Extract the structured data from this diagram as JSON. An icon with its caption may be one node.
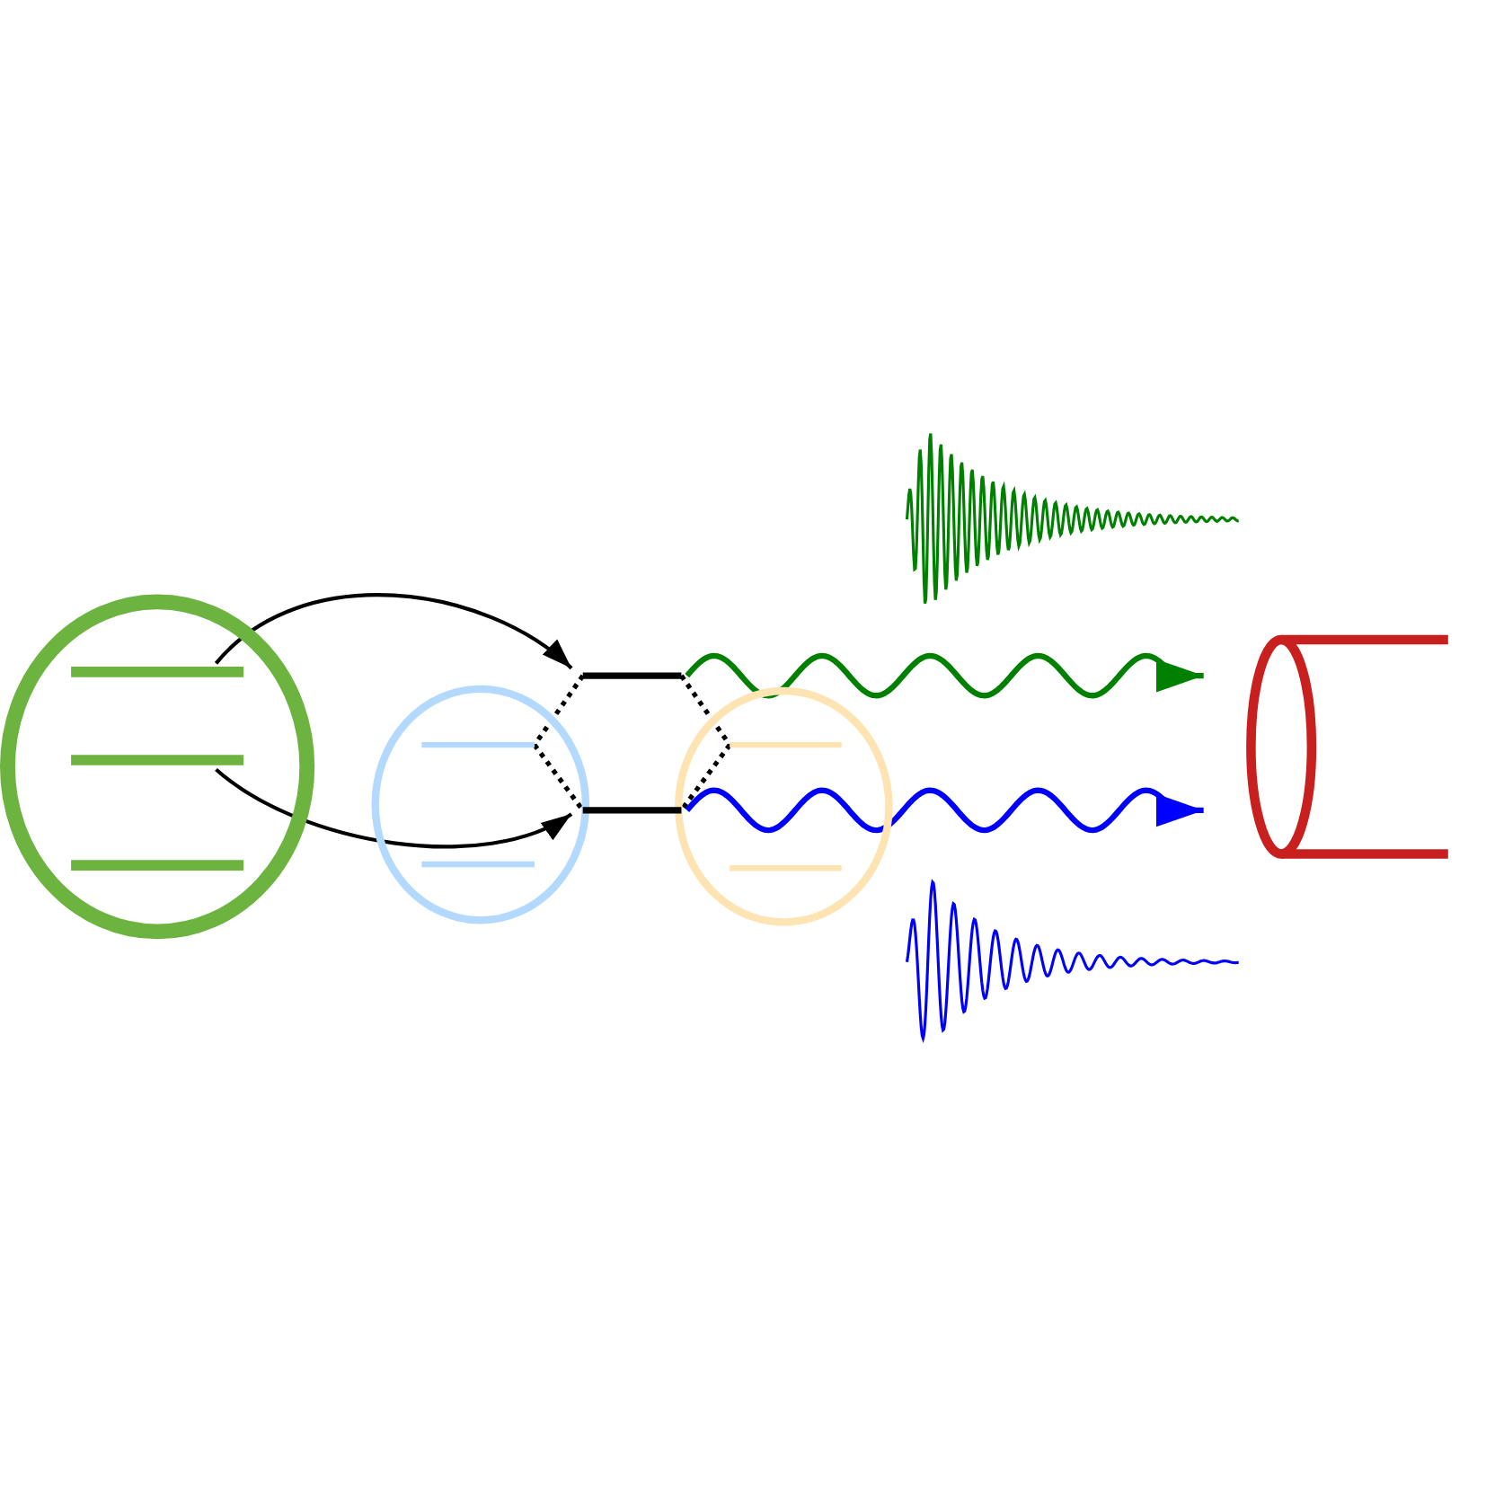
{
  "diagram": {
    "nodes": [
      {
        "text": [],
        "shape": "circle"
      },
      {
        "text": [],
        "shape": "bar",
        "in": 0
      },
      {
        "text": [],
        "shape": "bar",
        "in": 0
      },
      {
        "text": [],
        "shape": "bar",
        "in": 0
      },
      {
        "text": [],
        "shape": "circle"
      },
      {
        "text": [],
        "shape": "bar",
        "in": 4
      },
      {
        "text": [],
        "shape": "bar",
        "in": 4
      },
      {
        "text": [],
        "shape": "circle"
      },
      {
        "text": [],
        "shape": "bar",
        "in": 7
      },
      {
        "text": [],
        "shape": "bar",
        "in": 7
      },
      {
        "text": [],
        "shape": "bar"
      },
      {
        "text": [],
        "shape": "bar"
      },
      {
        "text": [],
        "shape": "cylinder"
      }
    ],
    "edges": [
      {
        "from": 1,
        "to": 10,
        "arrow": "to"
      },
      {
        "from": 2,
        "to": 11,
        "arrow": "to"
      },
      {
        "from": 10,
        "to": 5,
        "arrow": "none",
        "style": "dashed"
      },
      {
        "from": 5,
        "to": 11,
        "arrow": "none",
        "style": "dashed"
      },
      {
        "from": 10,
        "to": 8,
        "arrow": "none",
        "style": "dashed"
      },
      {
        "from": 8,
        "to": 11,
        "arrow": "none",
        "style": "dashed"
      },
      {
        "from": 10,
        "to": 12,
        "arrow": "to",
        "color": "#008000"
      },
      {
        "from": 11,
        "to": 12,
        "arrow": "to",
        "color": "#0000ff"
      }
    ]
  }
}
